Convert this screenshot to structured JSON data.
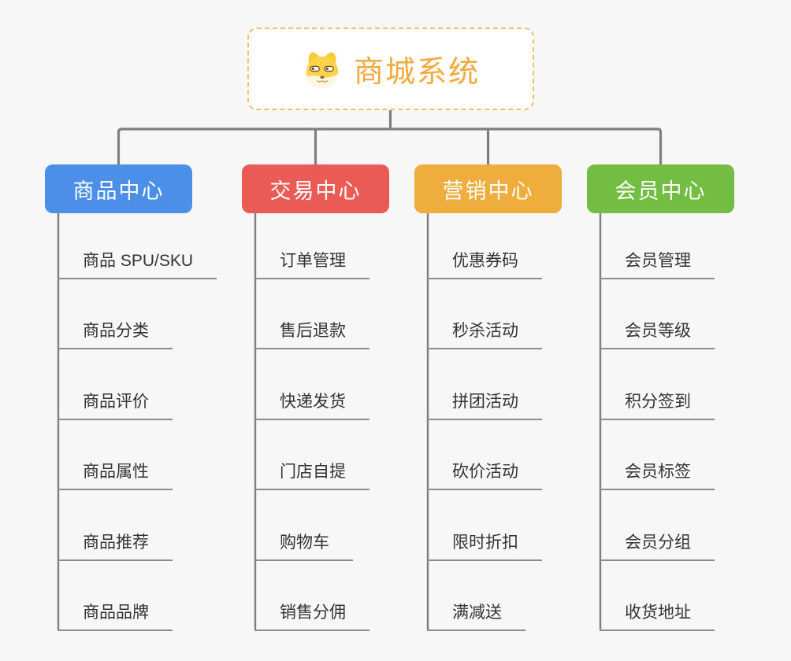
{
  "background_color": "#F7F7F8",
  "connector_color": "#7F7F7F",
  "underline_color": "#8B8B8B",
  "item_text_color": "#333333",
  "root": {
    "title": "商城系统",
    "icon": "doge-face-icon",
    "text_color": "#F2A93D",
    "border_color": "#F5BE6B"
  },
  "branches": [
    {
      "label": "商品中心",
      "color": "#4B8FE9",
      "items": [
        "商品 SPU/SKU",
        "商品分类",
        "商品评价",
        "商品属性",
        "商品推荐",
        "商品品牌"
      ]
    },
    {
      "label": "交易中心",
      "color": "#EA5B55",
      "items": [
        "订单管理",
        "售后退款",
        "快递发货",
        "门店自提",
        "购物车",
        "销售分佣"
      ]
    },
    {
      "label": "营销中心",
      "color": "#EFAD3E",
      "items": [
        "优惠券码",
        "秒杀活动",
        "拼团活动",
        "砍价活动",
        "限时折扣",
        "满减送"
      ]
    },
    {
      "label": "会员中心",
      "color": "#72BD42",
      "items": [
        "会员管理",
        "会员等级",
        "积分签到",
        "会员标签",
        "会员分组",
        "收货地址"
      ]
    }
  ]
}
